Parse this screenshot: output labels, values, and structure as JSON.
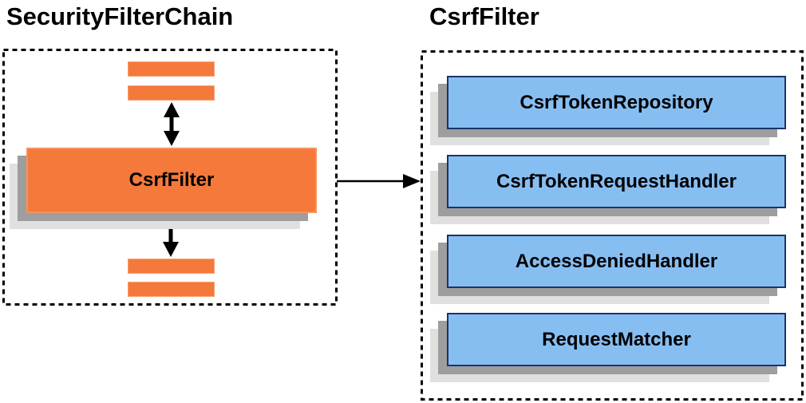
{
  "left_group": {
    "title": "SecurityFilterChain",
    "filter_box_label": "CsrfFilter"
  },
  "right_group": {
    "title": "CsrfFilter",
    "components": [
      "CsrfTokenRepository",
      "CsrfTokenRequestHandler",
      "AccessDeniedHandler",
      "RequestMatcher"
    ]
  },
  "colors": {
    "orange_fill": "#F4793B",
    "orange_border": "#F8A174",
    "blue_fill": "#87BEF2",
    "blue_border": "#19356B",
    "shadow_dark": "#9E9E9E",
    "shadow_light": "#E0E0E0",
    "arrow": "#000000",
    "dashed_border": "#000000",
    "text": "#000000"
  }
}
